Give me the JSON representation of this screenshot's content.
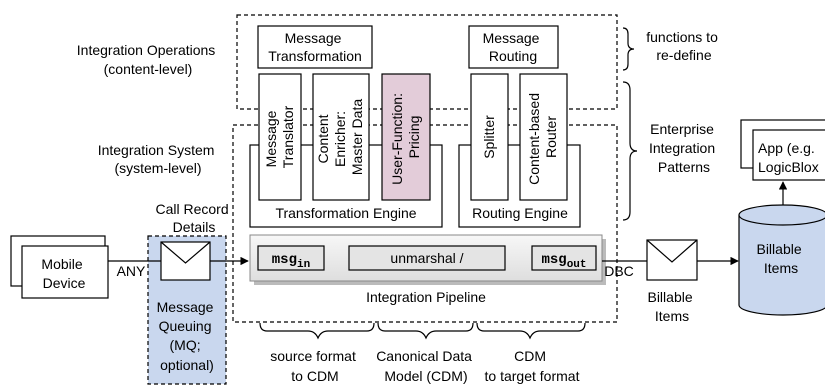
{
  "colors": {
    "pricing_fill": "#e3ccd9",
    "queue_fill": "#c9d7ee",
    "database_fill": "#c9d7ee",
    "pipeline_fill": "#ececec",
    "line": "#000000"
  },
  "labels": {
    "integration_operations": [
      "Integration Operations",
      "(content-level)"
    ],
    "integration_system": [
      "Integration System",
      "(system-level)"
    ],
    "functions_redefine": [
      "functions to",
      "re-define"
    ],
    "enterprise_patterns": [
      "Enterprise",
      "Integration",
      "Patterns"
    ],
    "call_record": [
      "Call Record",
      "Details"
    ],
    "mobile_device": [
      "Mobile",
      "Device"
    ],
    "any": "ANY",
    "message_queuing": [
      "Message",
      "Queuing",
      "(MQ;",
      "optional)"
    ],
    "message_transformation": [
      "Message",
      "Transformation"
    ],
    "message_routing": [
      "Message",
      "Routing"
    ],
    "message_translator": [
      "Message",
      "Translator"
    ],
    "content_enricher": [
      "Content",
      "Enricher:",
      "Master Data"
    ],
    "user_function": [
      "User-Function:",
      "Pricing"
    ],
    "splitter": "Splitter",
    "content_router": [
      "Content-based",
      "Router"
    ],
    "transformation_engine": "Transformation Engine",
    "routing_engine": "Routing Engine",
    "msg_in": {
      "base": "msg",
      "sub": "in"
    },
    "unmarshal": "unmarshal /",
    "msg_out": {
      "base": "msg",
      "sub": "out"
    },
    "integration_pipeline": "Integration Pipeline",
    "dbc": "DBC",
    "billable_items_msg": [
      "Billable",
      "Items"
    ],
    "billable_items_db": [
      "Billable",
      "Items"
    ],
    "app_logicblox": [
      "App (e.g.",
      "LogicBlox"
    ],
    "source_format": [
      "source format",
      "to CDM"
    ],
    "canonical_data_model": [
      "Canonical Data",
      "Model (CDM)"
    ],
    "cdm_target": [
      "CDM",
      "to target format"
    ]
  }
}
